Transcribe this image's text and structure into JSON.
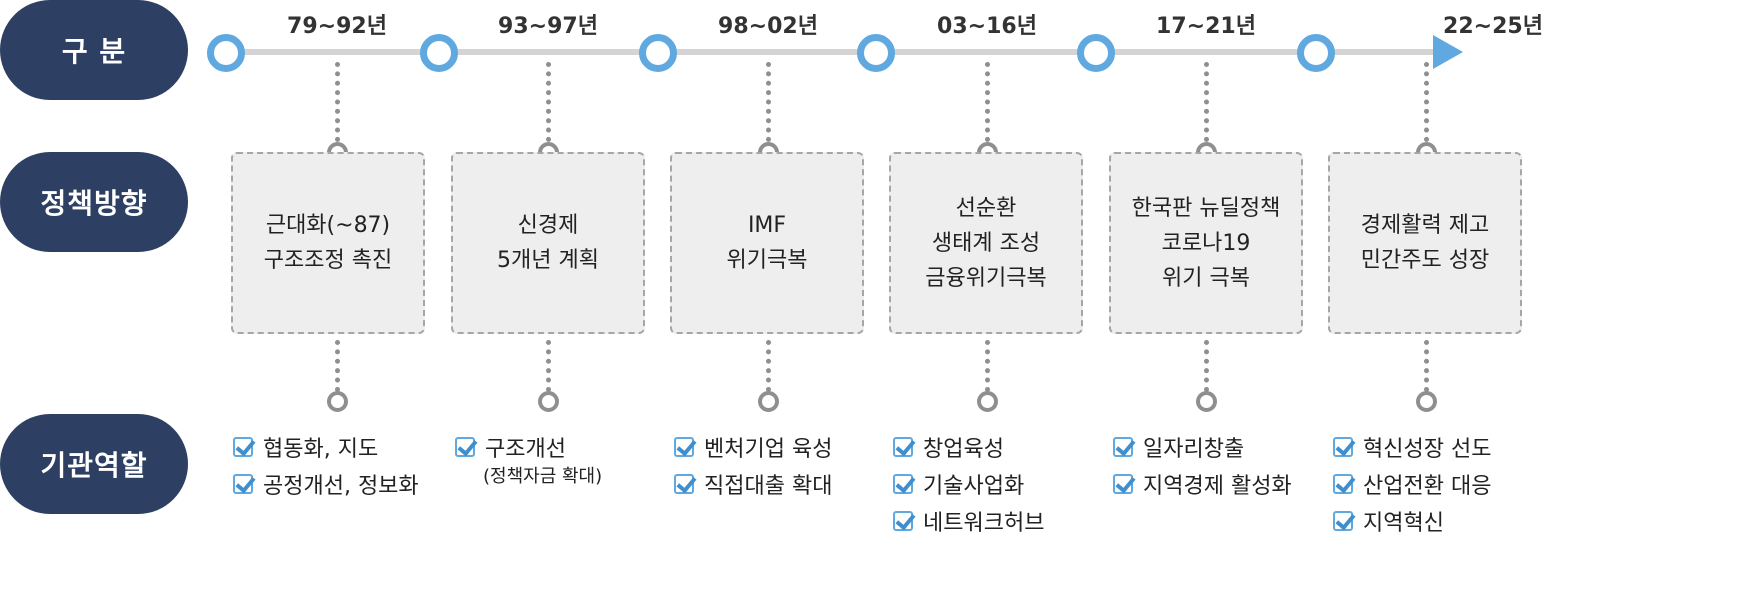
{
  "row_labels": {
    "timeline": "구    분",
    "policy": "정책방향",
    "role": "기관역할"
  },
  "periods": [
    {
      "label": "79~92년",
      "policy_lines": [
        "근대화(~87)",
        "구조조정 촉진"
      ],
      "roles": [
        "협동화, 지도",
        "공정개선, 정보화"
      ],
      "role_note": ""
    },
    {
      "label": "93~97년",
      "policy_lines": [
        "신경제",
        "5개년 계획"
      ],
      "roles": [
        "구조개선"
      ],
      "role_note": "(정책자금 확대)"
    },
    {
      "label": "98~02년",
      "policy_lines": [
        "IMF",
        "위기극복"
      ],
      "roles": [
        "벤처기업 육성",
        "직접대출 확대"
      ],
      "role_note": ""
    },
    {
      "label": "03~16년",
      "policy_lines": [
        "선순환",
        "생태계 조성",
        "금융위기극복"
      ],
      "roles": [
        "창업육성",
        "기술사업화",
        "네트워크허브"
      ],
      "role_note": ""
    },
    {
      "label": "17~21년",
      "policy_lines": [
        "한국판 뉴딜정책",
        "코로나19",
        "위기 극복"
      ],
      "roles": [
        "일자리창출",
        "지역경제 활성화"
      ],
      "role_note": ""
    },
    {
      "label": "22~25년",
      "policy_lines": [
        "경제활력 제고",
        "민간주도 성장"
      ],
      "roles": [
        "혁신성장 선도",
        "산업전환 대응",
        "지역혁신"
      ],
      "role_note": ""
    }
  ],
  "colors": {
    "pill_bg": "#2d3f63",
    "accent_blue": "#5fa9e0",
    "box_bg": "#eeeeee",
    "connector_gray": "#8f8f8f"
  }
}
